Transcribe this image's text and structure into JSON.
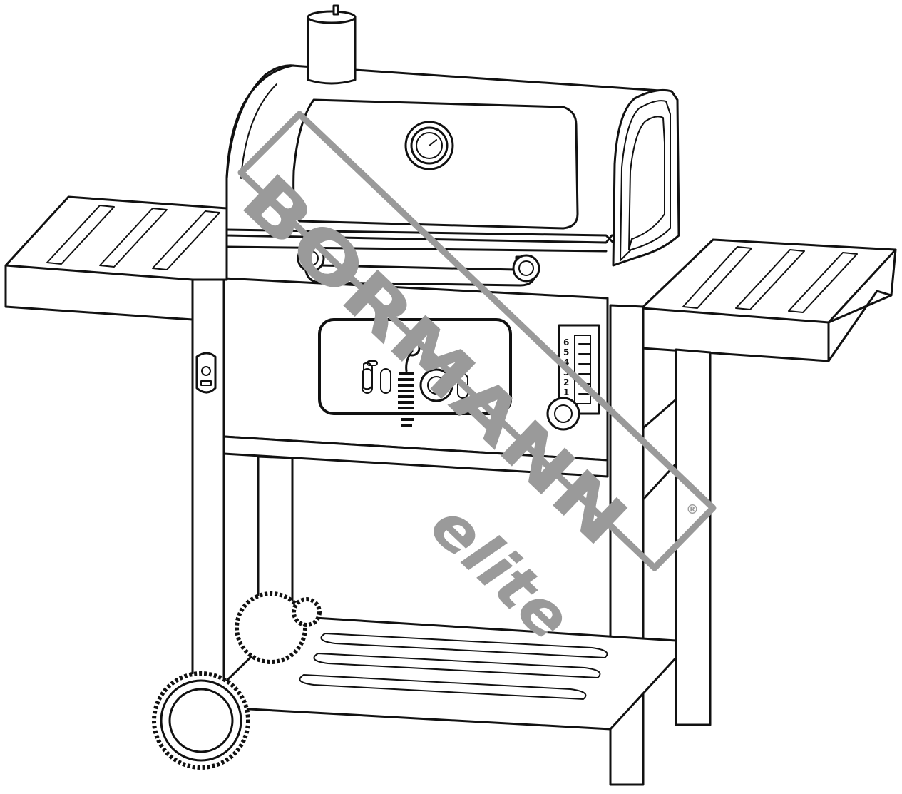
{
  "watermark": {
    "brand": "BORMANN",
    "sub": "elite",
    "registered": "®",
    "color": "#9a9a9a"
  },
  "vent_scale": [
    "6",
    "5",
    "4",
    "3",
    "2",
    "1"
  ],
  "icons": [
    "chimney-icon",
    "thermometer-icon",
    "bottle-opener-icon",
    "vent-knob-icon",
    "wheel-icon"
  ]
}
